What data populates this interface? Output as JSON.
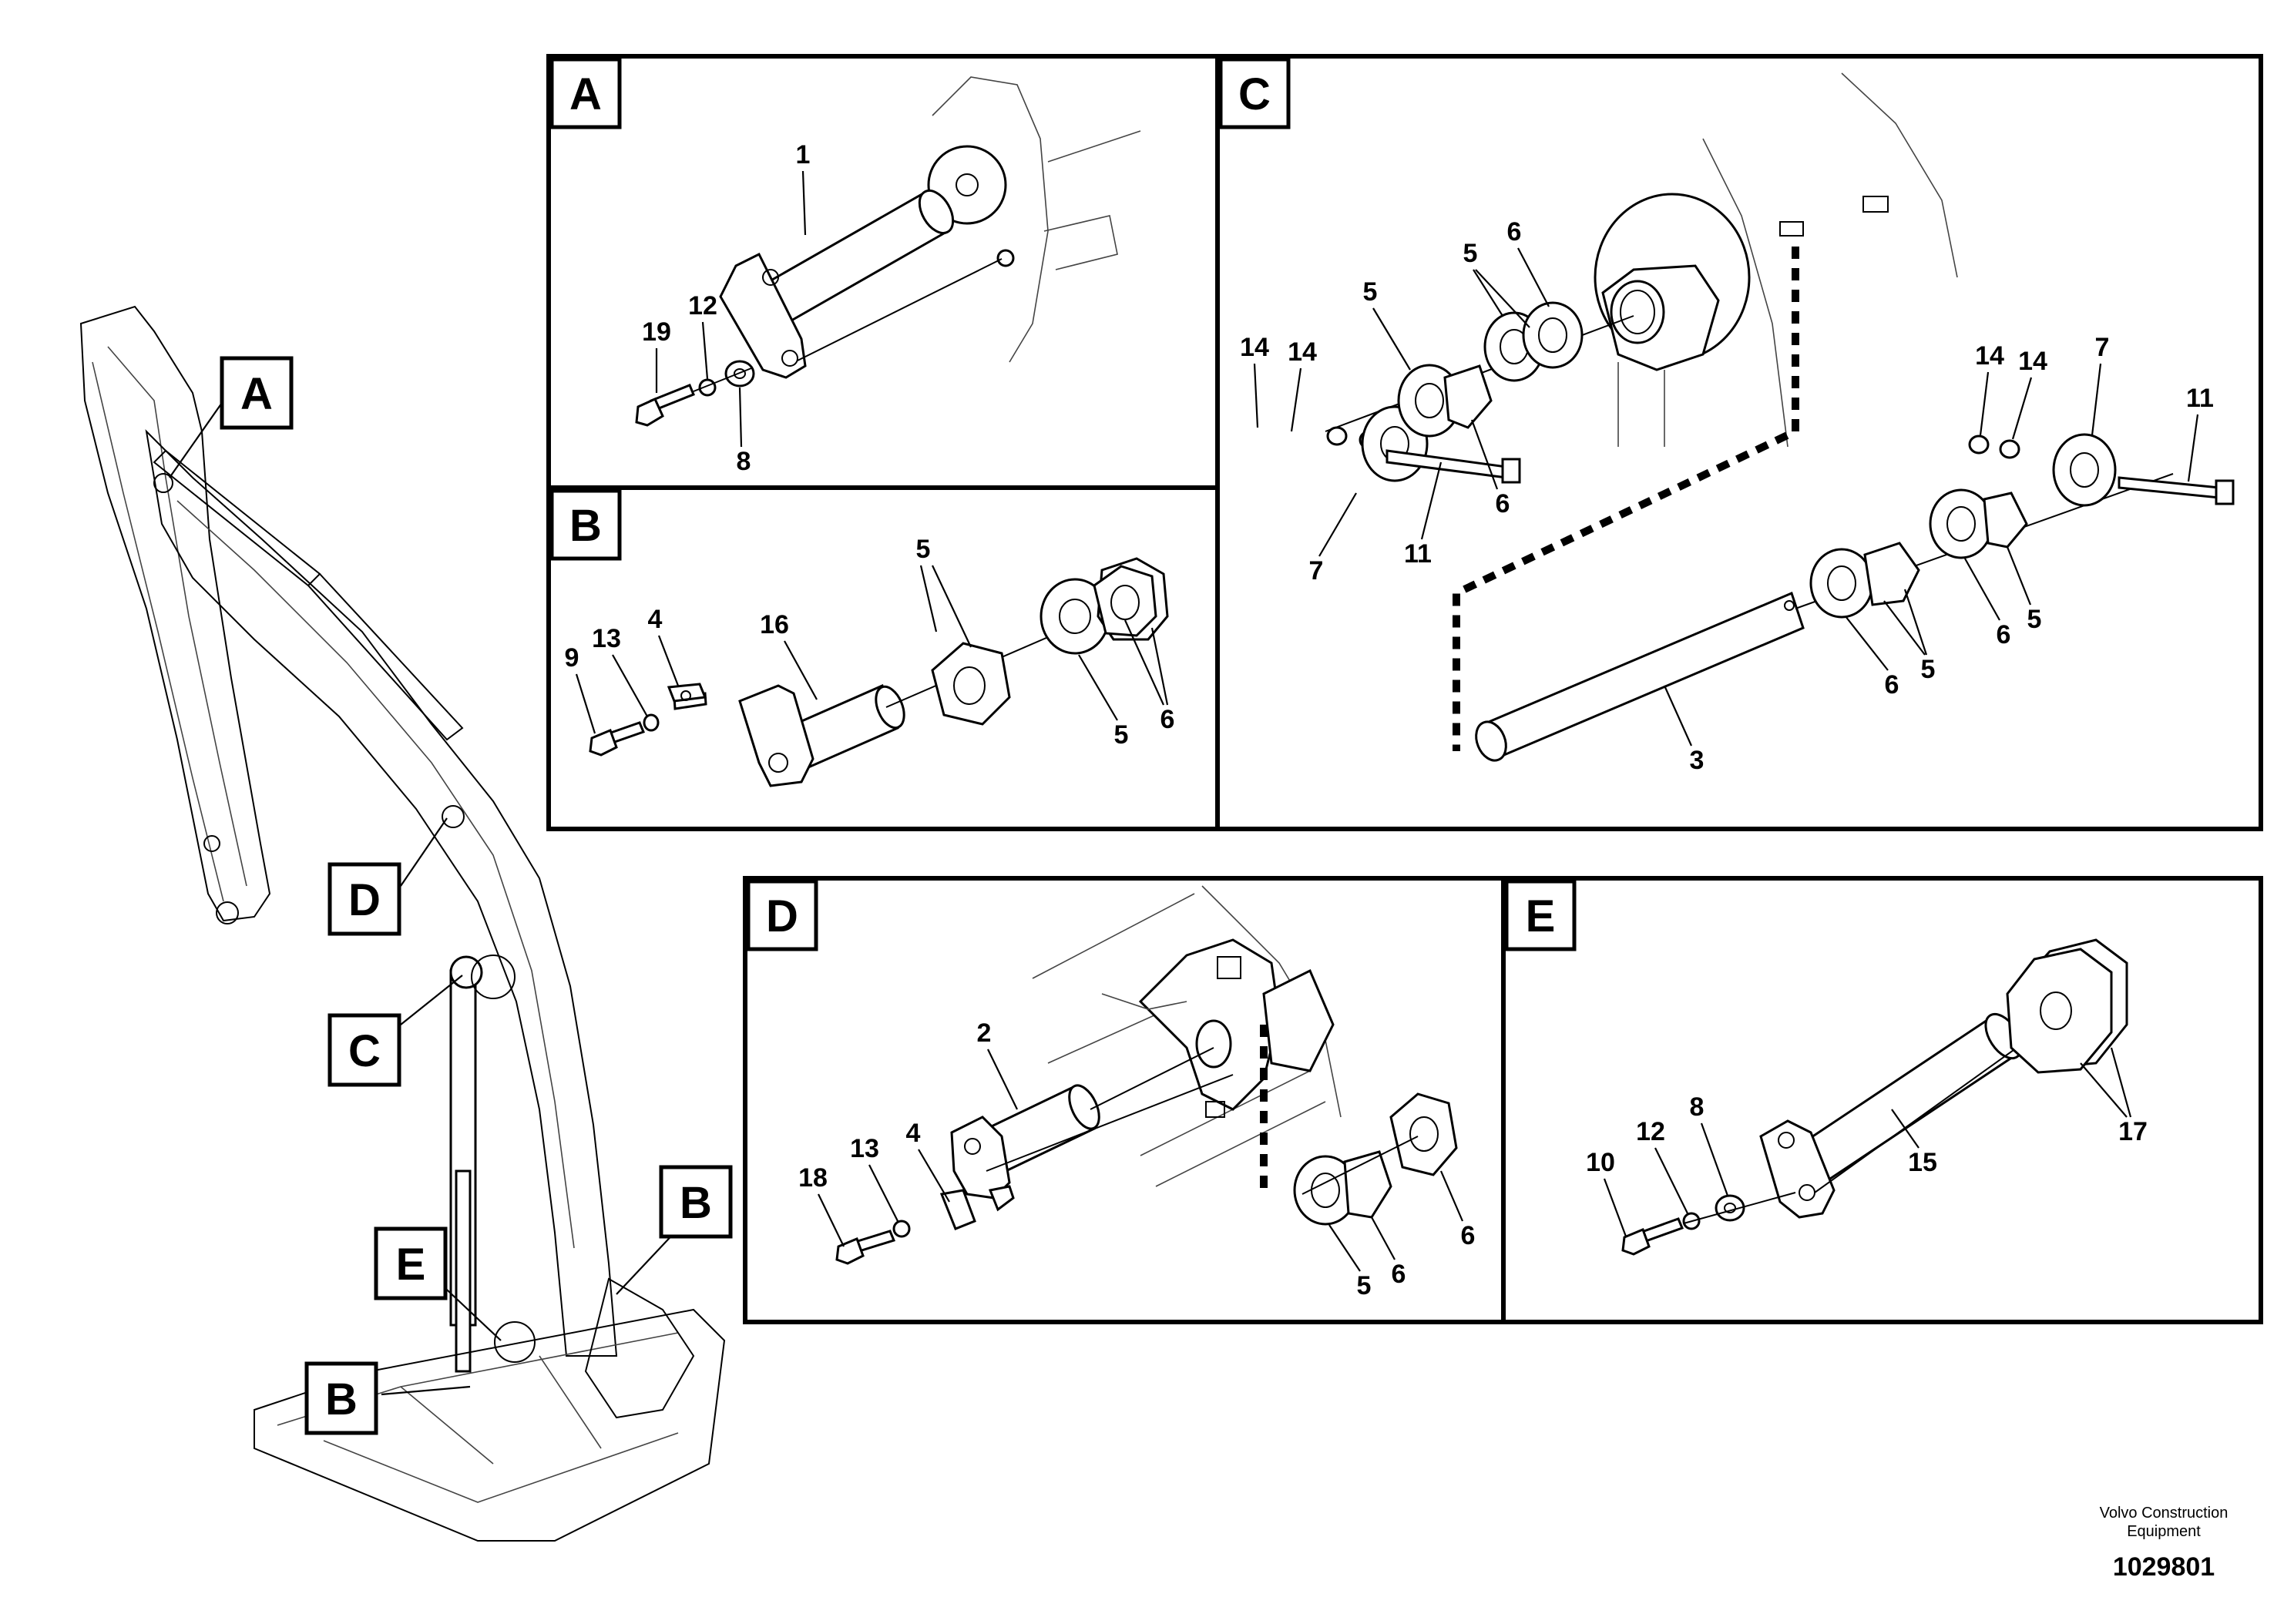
{
  "panels": {
    "A": {
      "tag": "A",
      "labels": {
        "l1": "1",
        "l19": "19",
        "l12": "12",
        "l8": "8"
      }
    },
    "B": {
      "tag": "B",
      "labels": {
        "l9": "9",
        "l13": "13",
        "l4": "4",
        "l16": "16",
        "l5a": "5",
        "l5b": "5",
        "l6": "6"
      }
    },
    "C": {
      "tag": "C",
      "labels": {
        "l14a": "14",
        "l14b": "14",
        "l5a": "5",
        "l5b": "5",
        "l6a": "6",
        "l6b": "6",
        "l7a": "7",
        "l11a": "11",
        "l14c": "14",
        "l14d": "14",
        "l7b": "7",
        "l11b": "11",
        "l6c": "6",
        "l5c": "5",
        "l6d": "6",
        "l5d": "5",
        "l3": "3"
      }
    },
    "D": {
      "tag": "D",
      "labels": {
        "l2": "2",
        "l13": "13",
        "l4": "4",
        "l18": "18",
        "l5": "5",
        "l6a": "6",
        "l6b": "6"
      }
    },
    "E": {
      "tag": "E",
      "labels": {
        "l10": "10",
        "l12": "12",
        "l8": "8",
        "l15": "15",
        "l17": "17"
      }
    }
  },
  "overview_tags": {
    "A": "A",
    "D": "D",
    "C": "C",
    "E": "E",
    "B1": "B",
    "B2": "B"
  },
  "footer": {
    "brand_line1": "Volvo Construction",
    "brand_line2": "Equipment",
    "doc_number": "1029801"
  }
}
